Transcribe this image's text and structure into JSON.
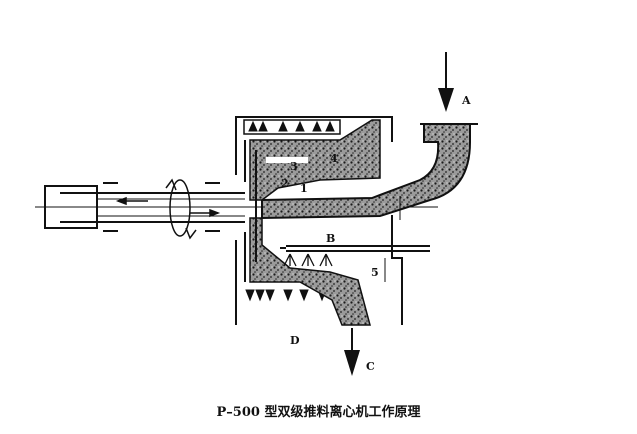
{
  "caption": "P–500 型双级推料离心机工作原理",
  "labels": {
    "A": "A",
    "B": "B",
    "C": "C",
    "D": "D",
    "n1": "1",
    "n2": "2",
    "n3": "3",
    "n4": "4",
    "n5": "5"
  },
  "colors": {
    "ink": "#111111",
    "slurry": "#3a3a3a"
  }
}
